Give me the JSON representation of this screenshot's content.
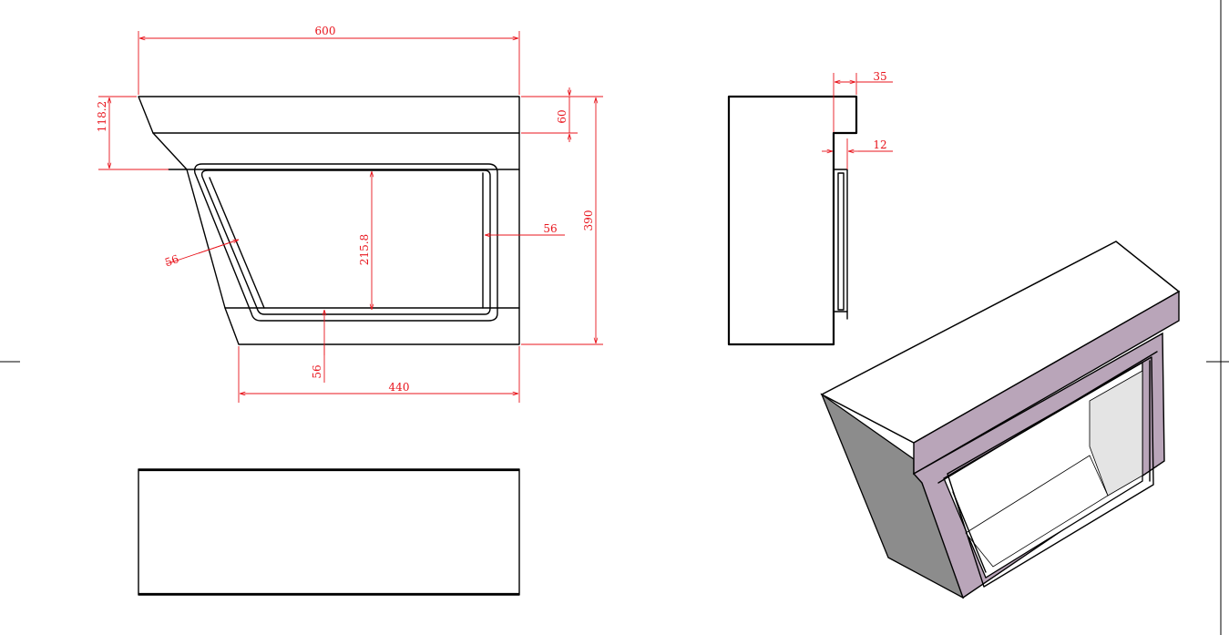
{
  "colors": {
    "object_line": "#000000",
    "dimension": "#e8141c",
    "iso_top": "#ffffff",
    "iso_side": "#8c8c8c",
    "iso_front": "#b9a5b9",
    "iso_inner": "#e4e4e4"
  },
  "dimensions": {
    "overall_width": "600",
    "top_slant": "118.2",
    "top_band": "60",
    "overall_height": "390",
    "opening_height": "215.8",
    "right_frame": "56",
    "slant_frame": "56",
    "bottom_frame": "56",
    "bottom_width": "440",
    "side_step": "35",
    "side_lip": "12"
  }
}
